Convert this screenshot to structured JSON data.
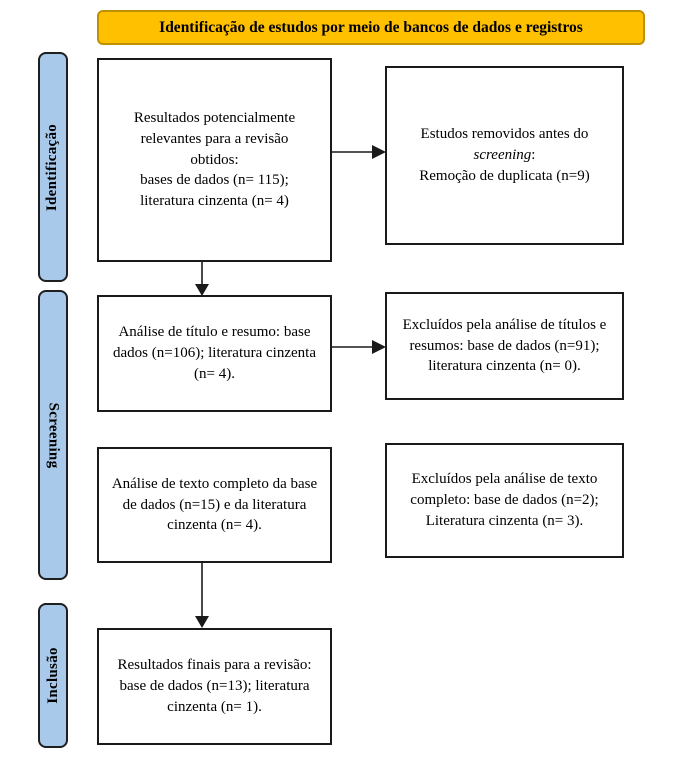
{
  "colors": {
    "background": "#ffffff",
    "header_fill": "#FFC000",
    "header_border": "#BF9000",
    "stage_fill": "#A9C9EA",
    "stage_border": "#1f1f1f",
    "box_border": "#1a1a1a"
  },
  "header": {
    "title": "Identificação de estudos por meio de bancos de dados e registros"
  },
  "stages": {
    "identification": "Identificação",
    "screening": "Screening",
    "inclusion": "Inclusão"
  },
  "boxes": {
    "potential_results": "Resultados potencialmente\nrelevantes para a revisão\nobtidos:\nbases de dados (n= 115);\nliteratura cinzenta (n= 4)",
    "removed_before_screening": {
      "part1": "Estudos removidos antes do\n",
      "italic_word": "screening",
      "part2": ":\nRemoção de duplicata (n=9)"
    },
    "title_abstract_analysis": "Análise de título e resumo: base\ndados (n=106); literatura cinzenta\n(n= 4).",
    "excluded_title_abstract": "Excluídos pela análise de títulos e\nresumos: base de dados (n=91);\nliteratura cinzenta (n= 0).",
    "full_text_analysis": "Análise de texto completo da base\nde dados (n=15) e da literatura\ncinzenta (n= 4).",
    "excluded_full_text": "Excluídos pela análise de texto\ncompleto: base de dados (n=2);\nLiteratura cinzenta (n= 3).",
    "final_results": "Resultados finais para a revisão:\nbase de dados (n=13); literatura\ncinzenta (n= 1)."
  }
}
